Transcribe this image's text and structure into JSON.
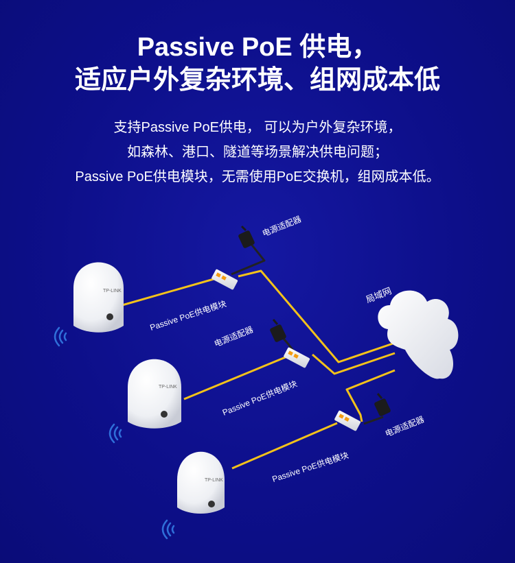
{
  "headline": {
    "line1": "Passive PoE 供电，",
    "line2": "适应户外复杂环境、组网成本低"
  },
  "description": {
    "line1": "支持Passive PoE供电， 可以为户外复杂环境，",
    "line2": "如森林、港口、隧道等场景解决供电问题；",
    "line3": "Passive PoE供电模块，无需使用PoE交换机，组网成本低。"
  },
  "diagram": {
    "lan_label": "局域网",
    "adapter_label": "电源适配器",
    "module_label": "Passive PoE供电模块",
    "brand": "TP-LINK",
    "colors": {
      "background": "#0d0f8a",
      "cable": "#f3c21a",
      "text": "#ffffff"
    }
  }
}
